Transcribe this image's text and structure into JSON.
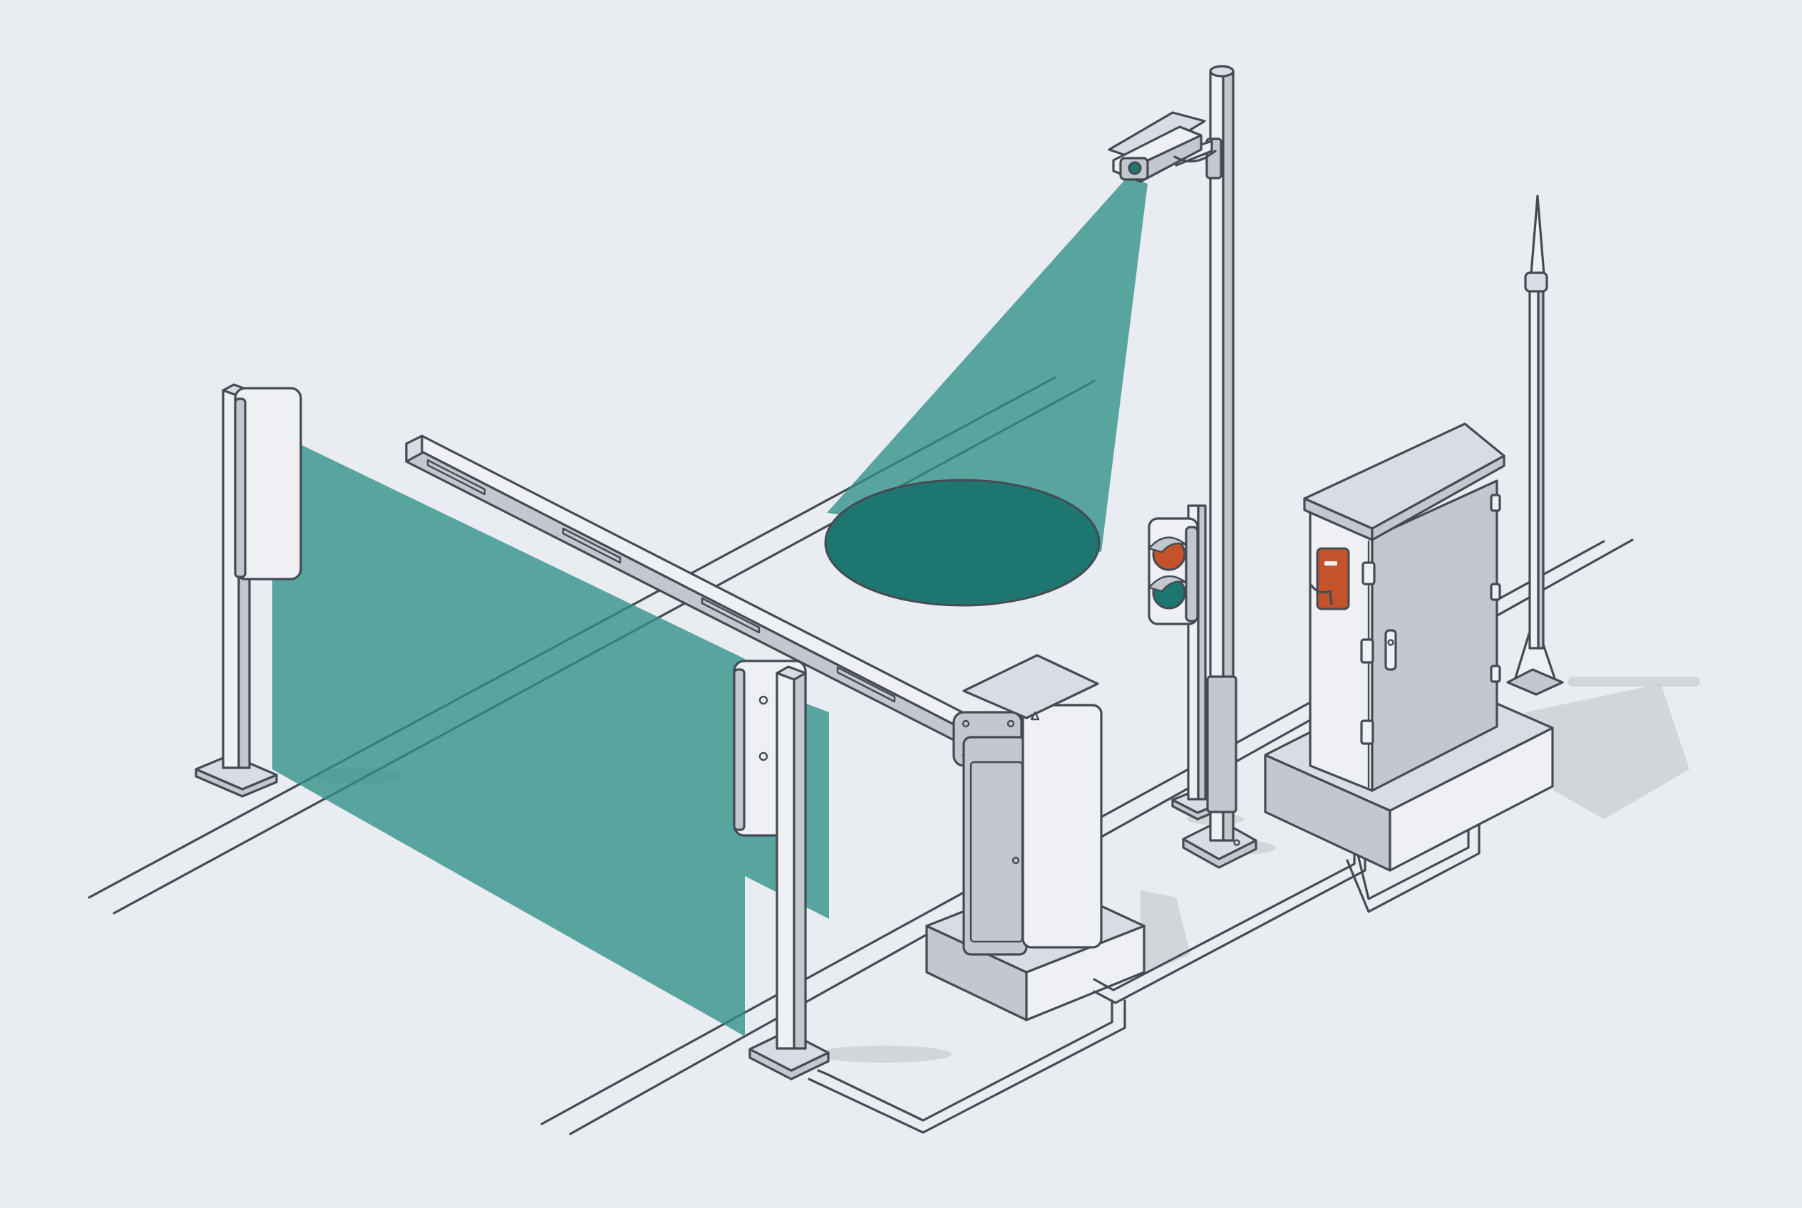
{
  "colors": {
    "background": "#e9ecf0",
    "line": "#454b54",
    "accent_teal": "#2f8f86",
    "accent_teal_dark": "#1e7670",
    "signal_red": "#c4532b",
    "metal_light": "#eef0f3",
    "metal_mid": "#d9dde3",
    "metal_dark": "#c3c8d0",
    "shadow": "#c9cdd3"
  },
  "components": [
    {
      "name": "entry-sign-post",
      "icon": "sign-post-icon"
    },
    {
      "name": "light-curtain-beam",
      "icon": "sensor-beam-icon"
    },
    {
      "name": "barrier-boom-arm",
      "icon": "boom-barrier-icon"
    },
    {
      "name": "barrier-gate-cabinet",
      "icon": "gate-operator-icon"
    },
    {
      "name": "exit-sign-post",
      "icon": "sign-post-icon"
    },
    {
      "name": "cctv-camera",
      "icon": "camera-icon"
    },
    {
      "name": "camera-pole",
      "icon": "pole-icon"
    },
    {
      "name": "traffic-light",
      "icon": "traffic-light-icon"
    },
    {
      "name": "control-cabinet",
      "icon": "electrical-cabinet-icon"
    },
    {
      "name": "antenna-mast",
      "icon": "antenna-icon"
    },
    {
      "name": "underground-conduit",
      "icon": "cable-conduit-icon"
    }
  ]
}
